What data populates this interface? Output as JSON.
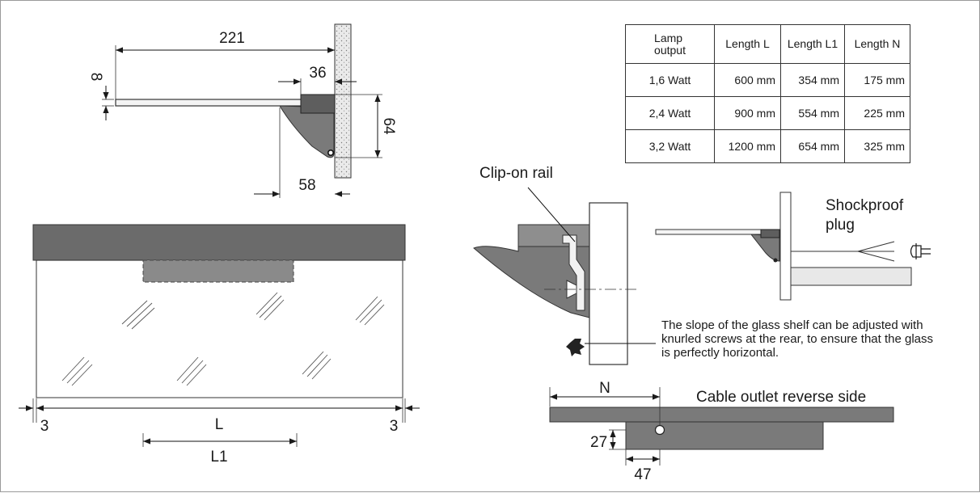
{
  "side_view": {
    "dims": {
      "overall": "221",
      "thickness": "8",
      "bracket": "36",
      "height": "64",
      "depth": "58"
    }
  },
  "front_view": {
    "dims": {
      "left_gap": "3",
      "right_gap": "3",
      "length": "L",
      "length_l1": "L1"
    }
  },
  "table": {
    "headers": [
      "Lamp\noutput",
      "Length L",
      "Length L1",
      "Length N"
    ],
    "rows": [
      [
        "1,6 Watt",
        "600 mm",
        "354 mm",
        "175 mm"
      ],
      [
        "2,4 Watt",
        "900 mm",
        "554 mm",
        "225 mm"
      ],
      [
        "3,2 Watt",
        "1200 mm",
        "654 mm",
        "325 mm"
      ]
    ]
  },
  "detail": {
    "clip_label": "Clip-on rail",
    "plug_label_1": "Shockproof",
    "plug_label_2": "plug",
    "note_lines": [
      "The slope of the glass shelf can be adjusted with",
      "knurled screws at the rear, to ensure that the glass",
      "is perfectly horizontal."
    ]
  },
  "rear_view": {
    "n_label": "N",
    "cable_label": "Cable outlet reverse side",
    "dim_27": "27",
    "dim_47": "47"
  }
}
